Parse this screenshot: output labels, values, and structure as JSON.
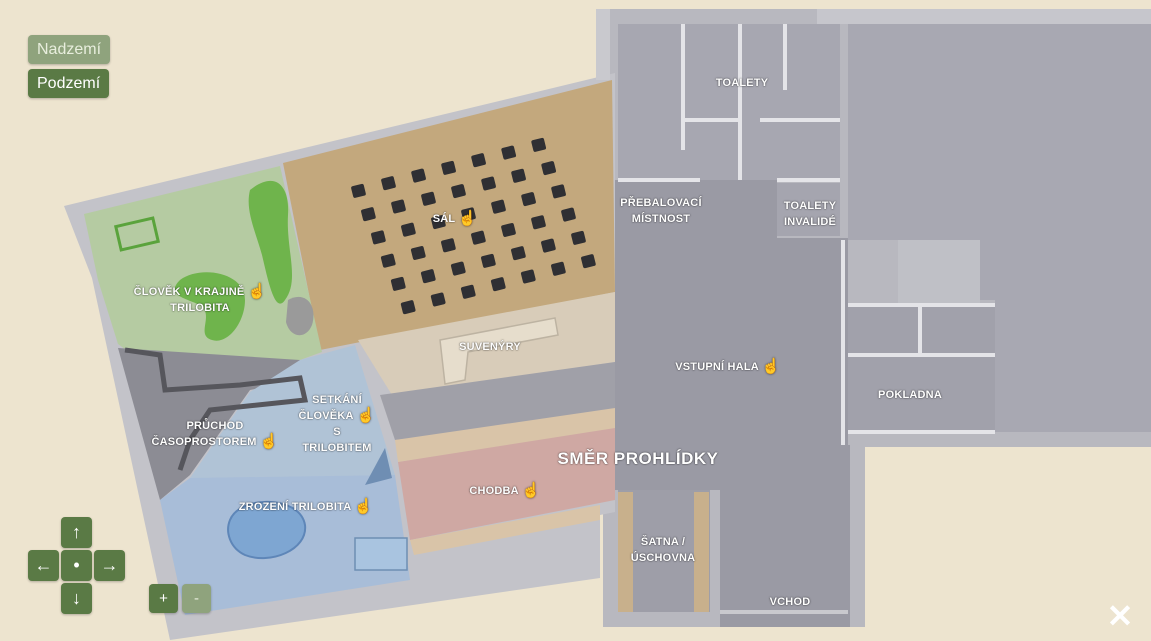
{
  "layers": {
    "above_label": "Nadzemí",
    "below_label": "Podzemí"
  },
  "rooms": {
    "toalety": "TOALETY",
    "prebalovaci": [
      "PŘEBALOVACÍ",
      "MÍSTNOST"
    ],
    "toalety_invalide": [
      "TOALETY",
      "INVALIDÉ"
    ],
    "sal": "SÁL",
    "clovek_v_krajine": [
      "ČLOVĚK V KRAJINĚ",
      "TRILOBITA"
    ],
    "suvenyry": "SUVENÝRY",
    "vstupni_hala": "VSTUPNÍ HALA",
    "pokladna": "POKLADNA",
    "pruchod": [
      "PRŮCHOD",
      "ČASOPROSTOREM"
    ],
    "setkani": [
      "SETKÁNÍ",
      "ČLOVĚKA",
      "S",
      "TRILOBITEM"
    ],
    "smer_prohlidky": "SMĚR PROHLÍDKY",
    "chodba": "CHODBA",
    "zrozeni": "ZROZENÍ TRILOBITA",
    "satna": [
      "ŠATNA /",
      "ÚSCHOVNA"
    ],
    "vchod": "VCHOD"
  },
  "nav": {
    "up": "↑",
    "left": "←",
    "center": "•",
    "right": "→",
    "down": "↓"
  },
  "zoom": {
    "in": "+",
    "out": "-"
  },
  "close": "✕",
  "icons": {
    "hand": "pointing-hand-icon"
  }
}
